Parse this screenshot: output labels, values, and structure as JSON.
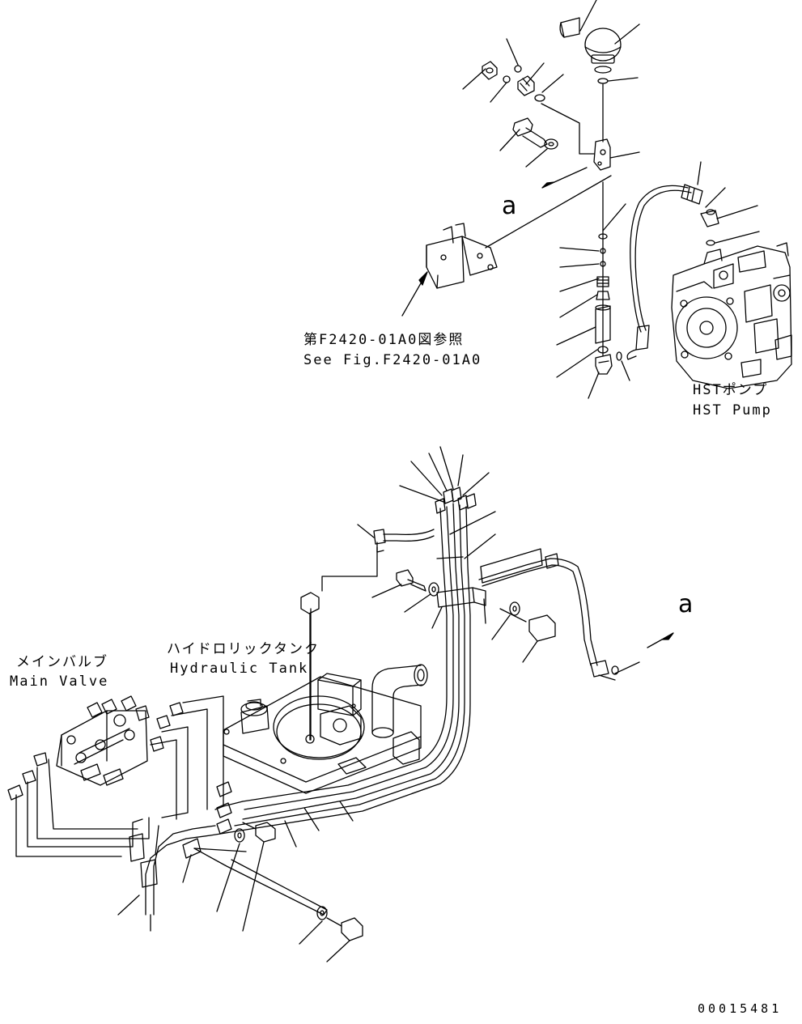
{
  "labels": {
    "ref_ja": "第F2420-01A0図参照",
    "ref_en": "See Fig.F2420-01A0",
    "hst_pump_ja": "HSTポンプ",
    "hst_pump_en": "HST Pump",
    "main_valve_ja": "メインバルブ",
    "main_valve_en": "Main Valve",
    "hydraulic_tank_ja": "ハイドロリックタンク",
    "hydraulic_tank_en": "Hydraulic Tank",
    "callout_upper": "a",
    "callout_lower": "a",
    "drawing_number": "00015481"
  },
  "colors": {
    "ink": "#000000",
    "paper": "#ffffff"
  }
}
